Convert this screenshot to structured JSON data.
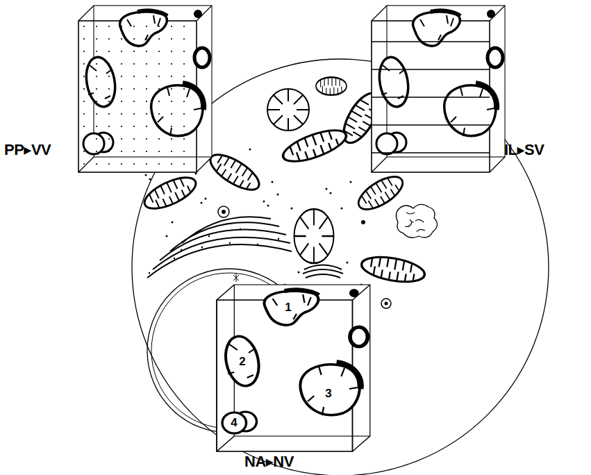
{
  "diagram": {
    "labels": [
      "PP▸VV",
      "IL▸SV",
      "1",
      "2",
      "3",
      "4",
      "NA▸NV"
    ]
  }
}
